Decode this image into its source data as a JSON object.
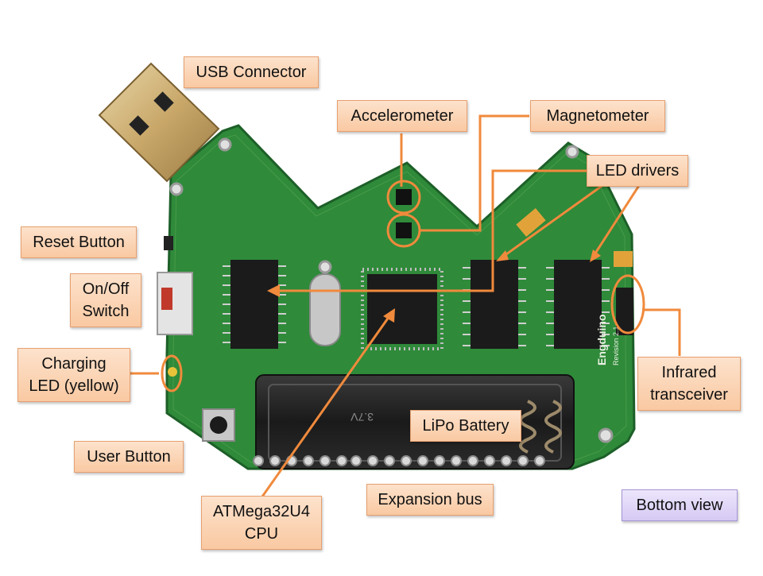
{
  "diagram": {
    "labels": {
      "usb": "USB Connector",
      "accelerometer": "Accelerometer",
      "magnetometer": "Magnetometer",
      "led_drivers": "LED drivers",
      "reset_button": "Reset Button",
      "on_off_switch": [
        "On/Off",
        "Switch"
      ],
      "charging_led": [
        "Charging",
        "LED (yellow)"
      ],
      "infrared": [
        "Infrared",
        "transceiver"
      ],
      "lipo_battery": "LiPo Battery",
      "user_button": "User Button",
      "expansion_bus": "Expansion bus",
      "cpu": [
        "ATMega32U4",
        "CPU"
      ],
      "view": "Bottom view"
    },
    "board_text": {
      "brand": "Engduino",
      "revision": "Revision 2.1",
      "battery_text": "3.7V"
    },
    "colors": {
      "pcb": "#2f8a3a",
      "pcb_dark": "#1d5f28",
      "callout_fill": "#f9c9a2",
      "callout_line": "#f08a3c",
      "view_fill": "#d6c9f4"
    }
  }
}
